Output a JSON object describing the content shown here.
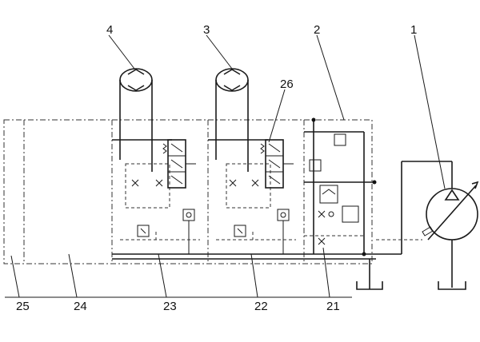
{
  "labels": {
    "l1": "1",
    "l2": "2",
    "l3": "3",
    "l4": "4",
    "l26": "26",
    "l21": "21",
    "l22": "22",
    "l23": "23",
    "l24": "24",
    "l25": "25"
  },
  "icons": {
    "pump": "variable-pump-icon",
    "motor": "hydraulic-motor-icon",
    "valve": "directional-valve-icon",
    "tank": "tank-icon"
  }
}
